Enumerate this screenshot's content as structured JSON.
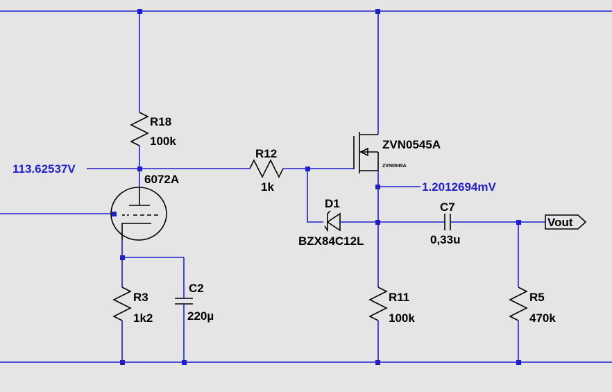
{
  "components": {
    "r18": {
      "ref": "R18",
      "value": "100k"
    },
    "r12": {
      "ref": "R12",
      "value": "1k"
    },
    "r3": {
      "ref": "R3",
      "value": "1k2"
    },
    "c2": {
      "ref": "C2",
      "value": "220µ"
    },
    "r11": {
      "ref": "R11",
      "value": "100k"
    },
    "r5": {
      "ref": "R5",
      "value": "470k"
    },
    "d1": {
      "ref": "D1",
      "value": "BZX84C12L"
    },
    "c7": {
      "ref": "C7",
      "value": "0,33u"
    },
    "m1": {
      "value": "ZVN0545A",
      "model": "ZVN0545A"
    },
    "tube": {
      "value": "6072A"
    }
  },
  "probes": {
    "plate_voltage": "113.62537V",
    "source_voltage": "1.2012694mV"
  },
  "ports": {
    "vout": "Vout"
  },
  "colors": {
    "background": "#e5e5e5",
    "wire": "#1f1fcf",
    "symbol": "#000000"
  }
}
